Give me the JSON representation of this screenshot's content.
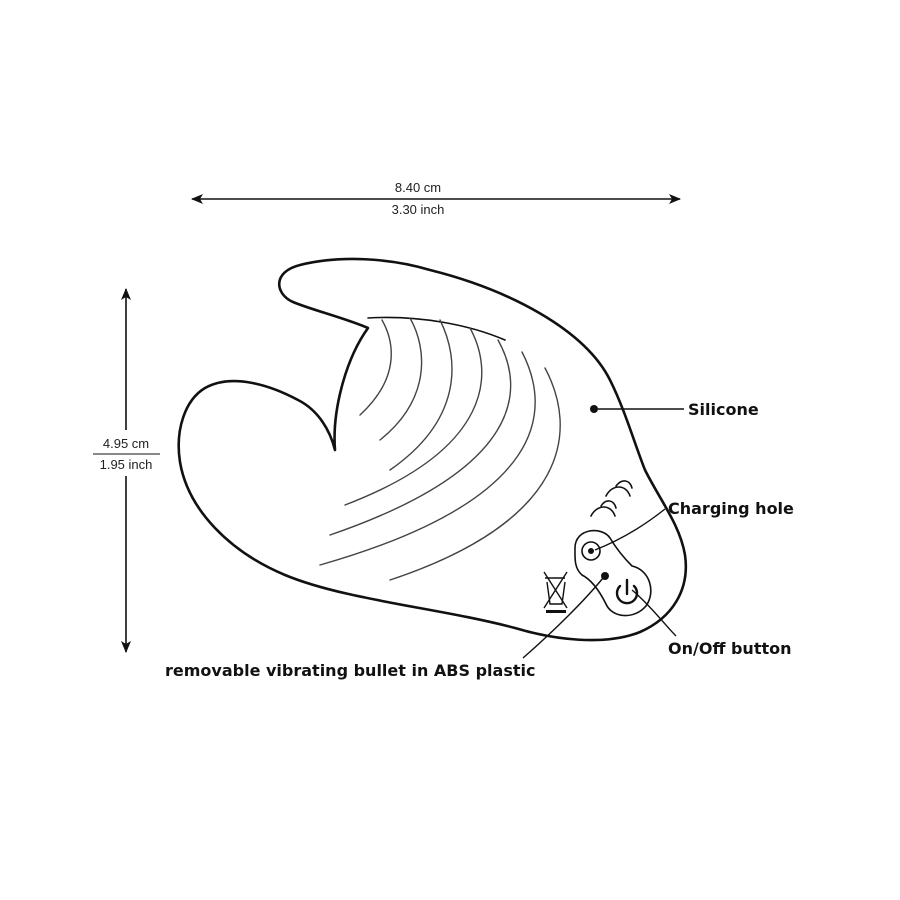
{
  "dimensions": {
    "width_cm": "8.40 cm",
    "width_inch": "3.30 inch",
    "height_cm": "4.95 cm",
    "height_inch": "1.95 inch"
  },
  "callouts": {
    "silicone": "Silicone",
    "charging_hole": "Charging hole",
    "on_off_button": "On/Off button",
    "bullet": "removable vibrating bullet in ABS plastic"
  },
  "icons": [
    "power-icon",
    "charging-port-icon",
    "vibration-waves-icon",
    "weee-bin-icon"
  ],
  "colors": {
    "line": "#111111",
    "background": "#ffffff"
  }
}
